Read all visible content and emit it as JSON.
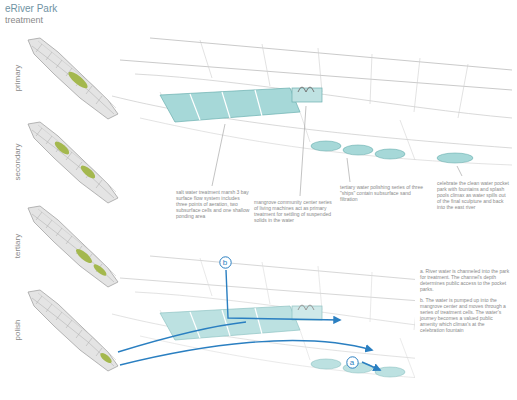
{
  "diagram": {
    "title": "eRiver Park",
    "nodes": [
      {
        "text": [
          "b"
        ]
      },
      {
        "text": [
          "a"
        ]
      }
    ],
    "labels": [
      "treatment",
      "primary",
      "secondary",
      "tertiary",
      "polish",
      "salt water treatment marsh 3 bay surface flow system includes three points of aeration, two subsurface cells and one shallow ponding area",
      "mangrove community center series of living machines act as primary treatment for settling of suspended solids in the water",
      "tertiary water polishing series of three \"ships\" contain subsurface sand filtration",
      "celebrate the clean water pocket park with fountains and splash pools climax as water spills out of the final sculpture and back into the east river",
      "a. River water is channeled into the park for treatment. The channel's depth determines public access to the pocket parks.",
      "b. The water is pumped up into the mangrove center and moves through a series of treatment cells. The water's journey becomes a valued public amenity which climax's at the celebration fountain"
    ]
  }
}
